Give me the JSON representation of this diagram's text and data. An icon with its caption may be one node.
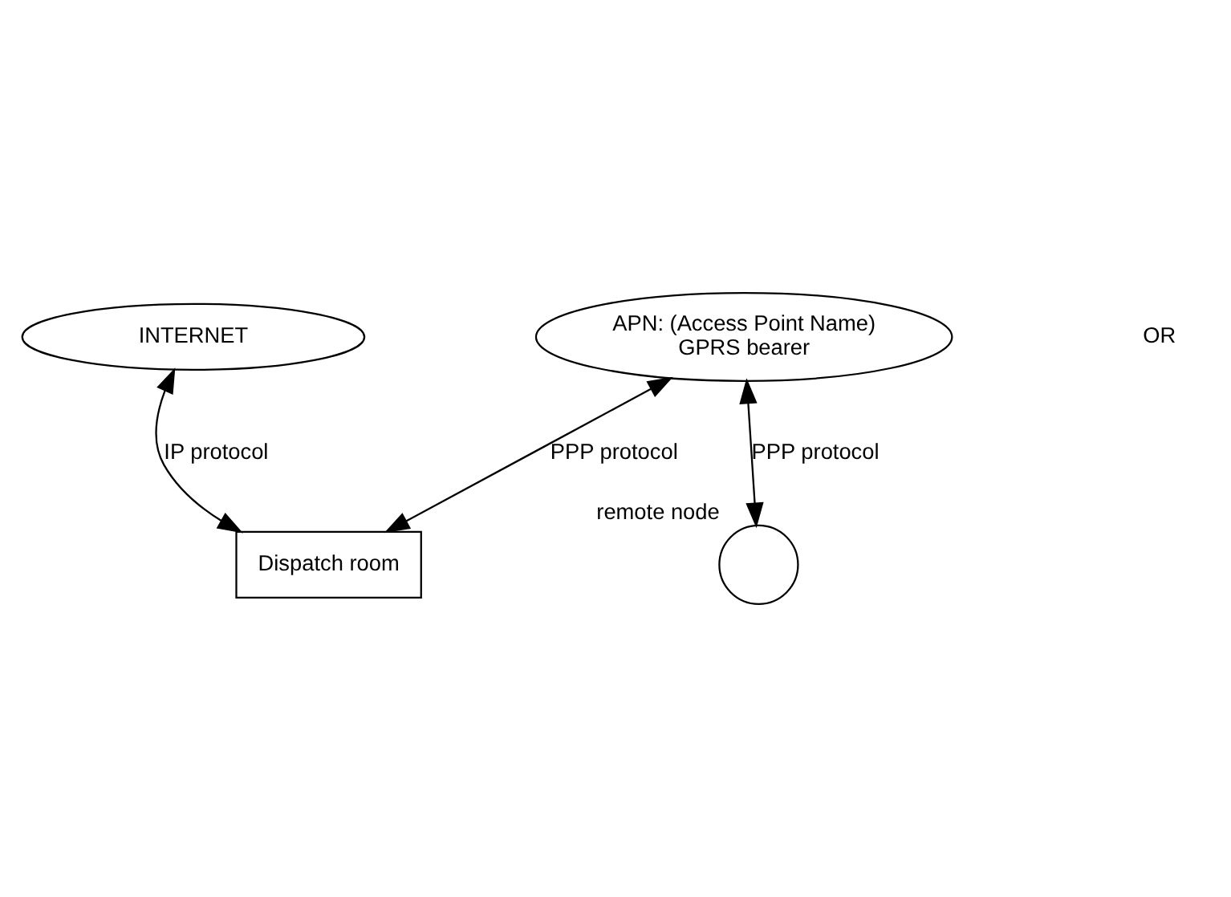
{
  "diagram": {
    "nodes": [
      {
        "text": [
          "INTERNET"
        ]
      },
      {
        "text": [
          "APN: (Access Point Name)",
          "GPRS bearer"
        ]
      },
      {
        "text": [],
        "shape": "circle",
        "beside": [
          "remote node"
        ]
      },
      {
        "text": [
          "Dispatch room"
        ]
      }
    ],
    "edges": [
      {
        "from": 1,
        "to": 2,
        "arrow": "both",
        "label": "PPP protocol"
      },
      {
        "from": 1,
        "to": 3,
        "arrow": "both",
        "label": "PPP protocol"
      },
      {
        "from": 0,
        "to": 3,
        "arrow": "both",
        "label": "IP protocol"
      }
    ],
    "labels": [
      "OR"
    ]
  }
}
